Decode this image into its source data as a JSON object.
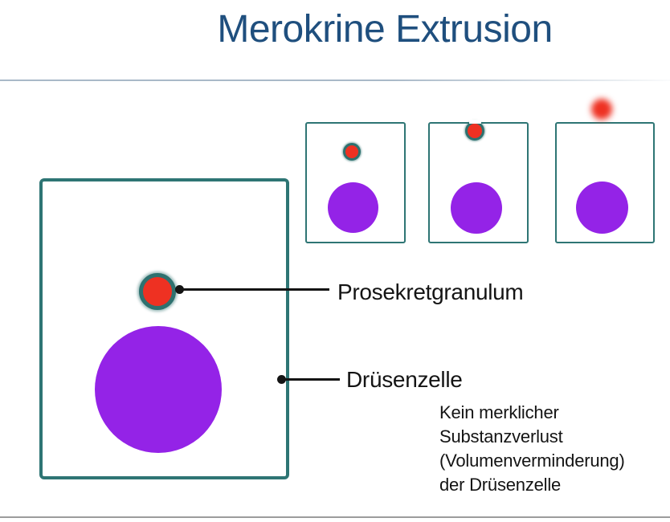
{
  "title": "Merokrine Extrusion",
  "labels": {
    "granule": "Prosekretgranulum",
    "cell": "Drüsenzelle"
  },
  "note": {
    "lines": [
      "Kein merklicher",
      "Substanzverlust",
      "(Volumenverminderung)",
      "der Drüsenzelle"
    ]
  },
  "stages": [
    {
      "name": "granule-inside-cell"
    },
    {
      "name": "granule-fusing-with-membrane"
    },
    {
      "name": "granule-released-outside-cell"
    }
  ],
  "colors": {
    "title_text": "#1F4F7E",
    "cell_border": "#2E7574",
    "granule_fill": "#EE3122",
    "granule_ring": "#2E716F",
    "nucleus_fill": "#9423E7",
    "leader_line": "#141414",
    "top_divider": "#A9B9C8",
    "bottom_divider": "#9C9C9C"
  }
}
